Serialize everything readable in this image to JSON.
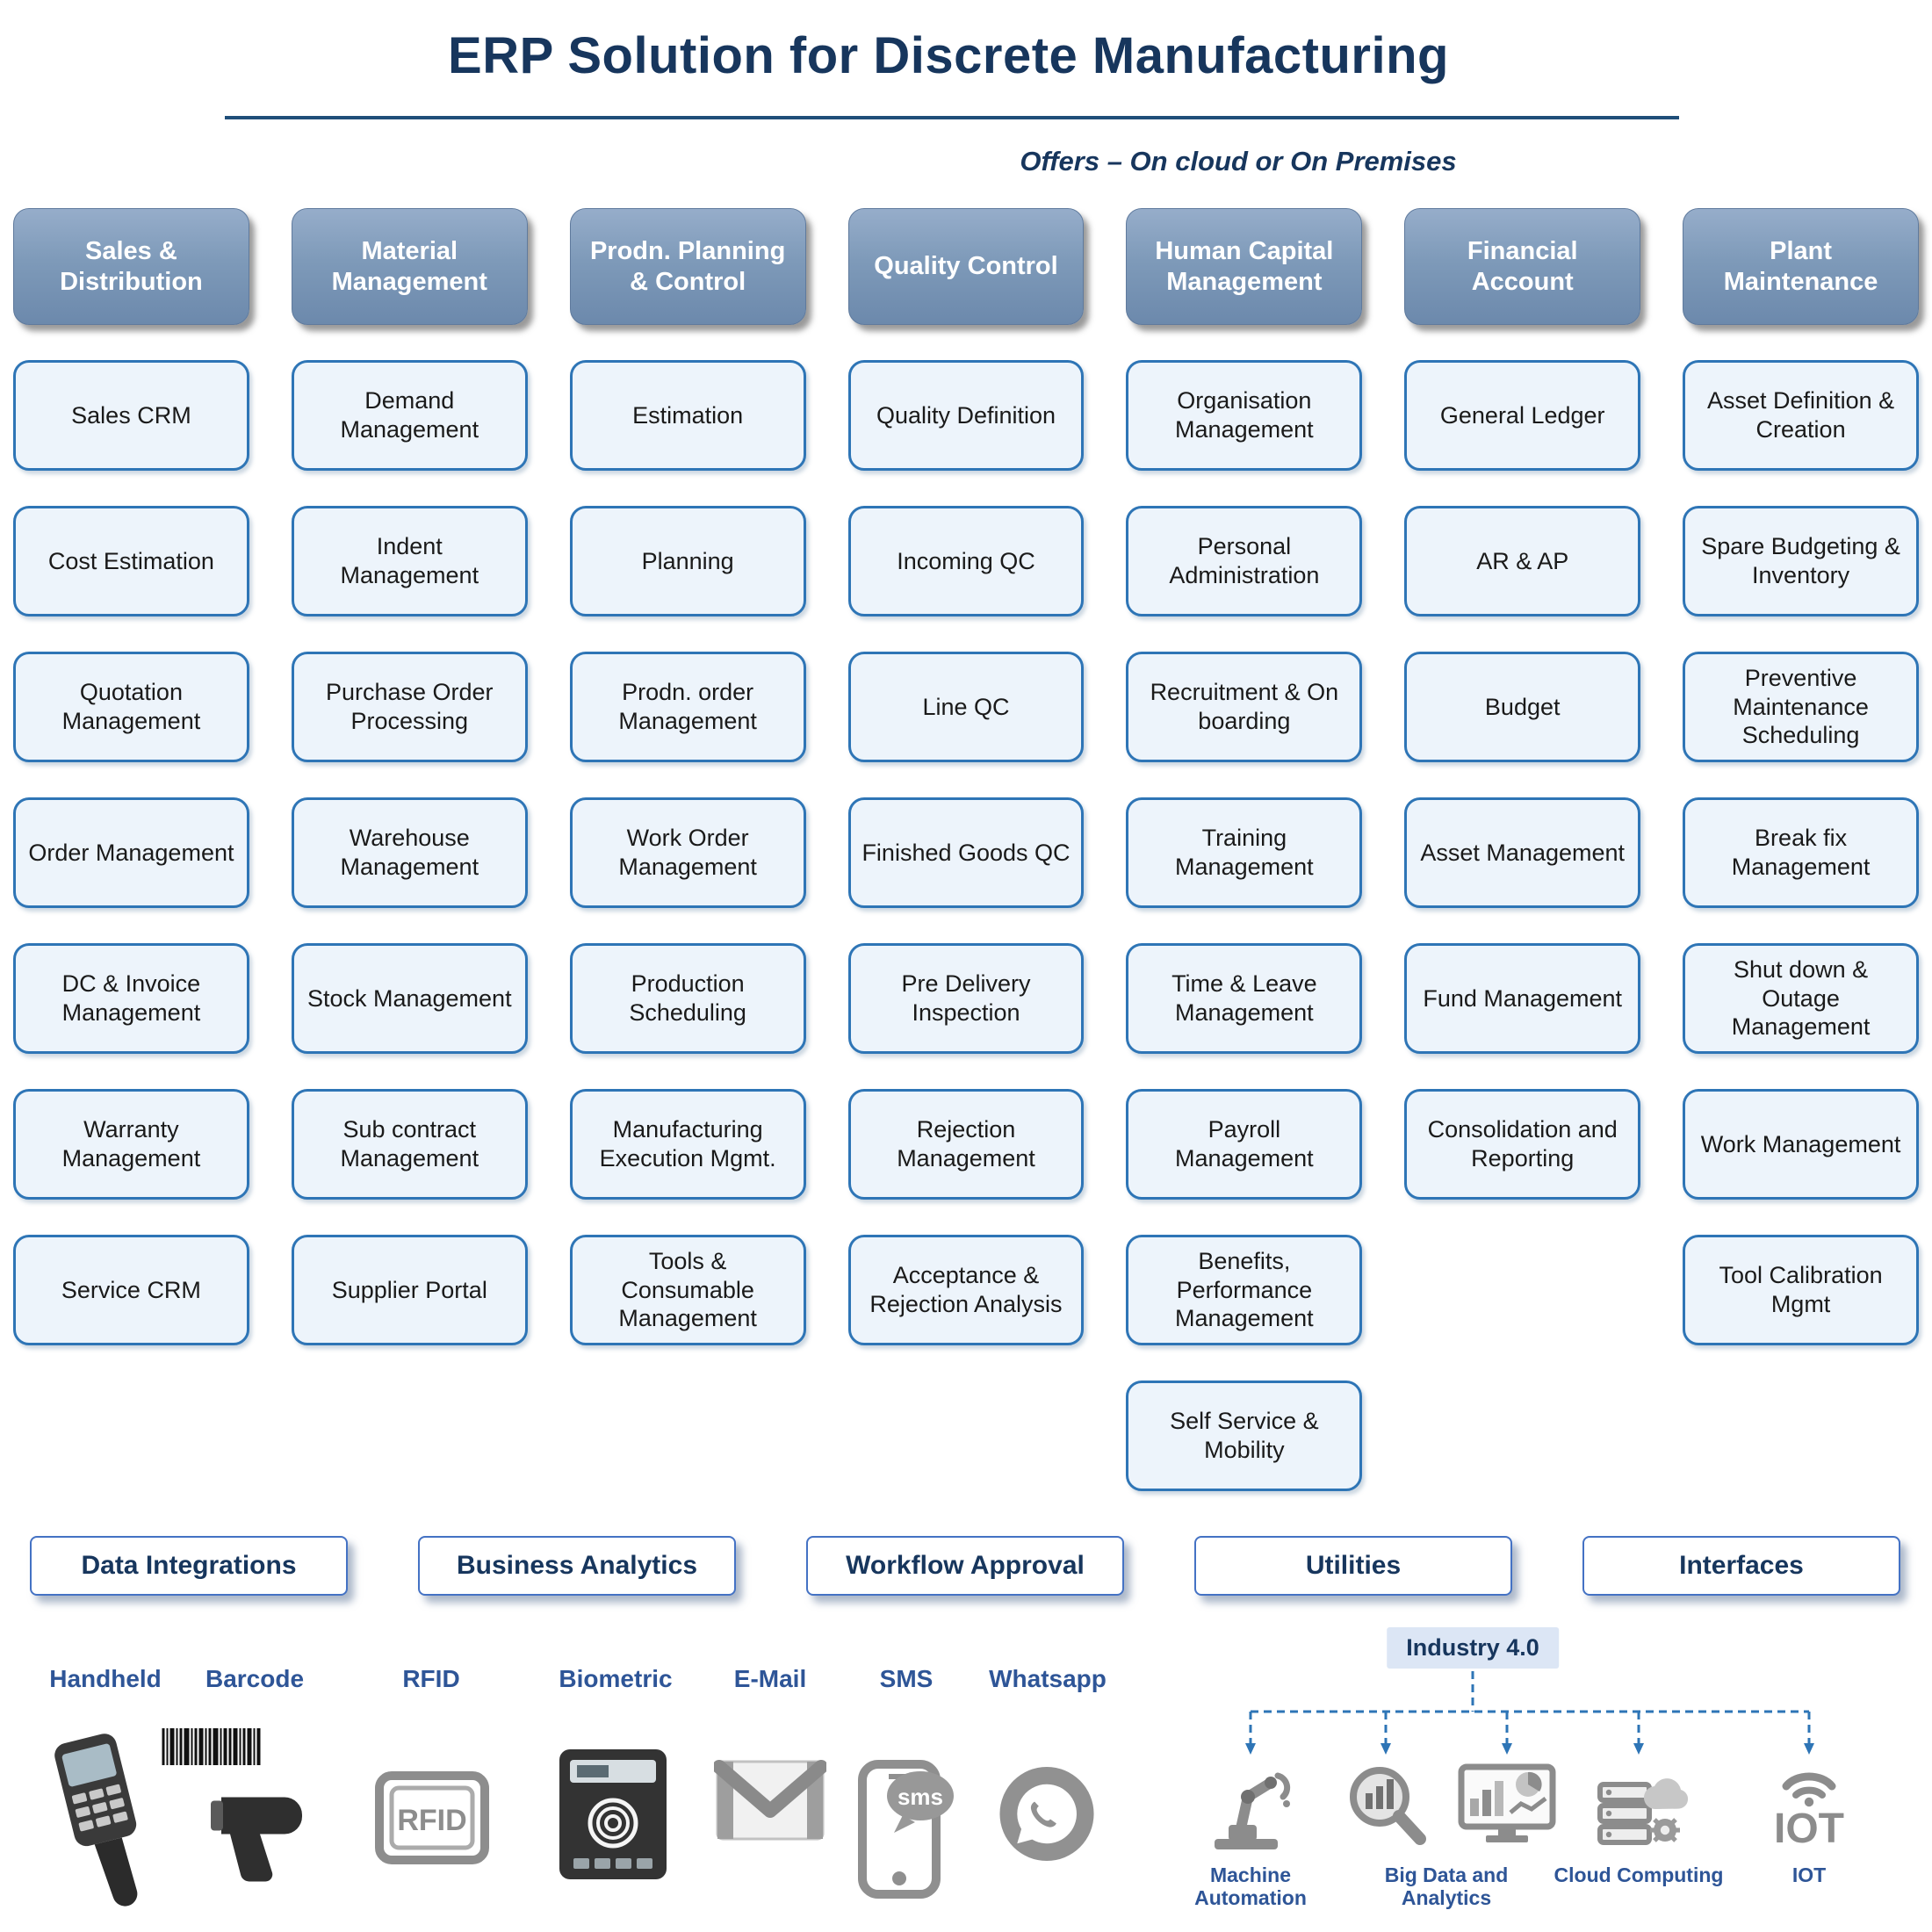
{
  "title": "ERP Solution for Discrete Manufacturing",
  "subtitle": "Offers – On cloud or On Premises",
  "colors": {
    "title_navy": "#17365d",
    "box_border_blue": "#2e75b6",
    "box_fill": "#edf4fb",
    "header_fill": "#7e9ab9",
    "label_blue": "#2e5597",
    "industry_tag_fill": "#dce6f5"
  },
  "columns": [
    {
      "header": "Sales & Distribution",
      "items": [
        "Sales CRM",
        "Cost Estimation",
        "Quotation Management",
        "Order Management",
        "DC & Invoice Management",
        "Warranty Management",
        "Service CRM"
      ]
    },
    {
      "header": "Material Management",
      "items": [
        "Demand Management",
        "Indent Management",
        "Purchase Order Processing",
        "Warehouse Management",
        "Stock Management",
        "Sub contract Management",
        "Supplier Portal"
      ]
    },
    {
      "header": "Prodn. Planning & Control",
      "items": [
        "Estimation",
        "Planning",
        "Prodn. order Management",
        "Work Order Management",
        "Production Scheduling",
        "Manufacturing Execution Mgmt.",
        "Tools & Consumable Management"
      ]
    },
    {
      "header": "Quality Control",
      "items": [
        "Quality Definition",
        "Incoming QC",
        "Line QC",
        "Finished Goods QC",
        "Pre Delivery Inspection",
        "Rejection Management",
        "Acceptance & Rejection Analysis"
      ]
    },
    {
      "header": "Human Capital Management",
      "items": [
        "Organisation Management",
        "Personal Administration",
        "Recruitment & On boarding",
        "Training Management",
        "Time & Leave Management",
        "Payroll Management",
        "Benefits, Performance Management",
        "Self Service & Mobility"
      ]
    },
    {
      "header": "Financial Account",
      "items": [
        "General Ledger",
        "AR & AP",
        "Budget",
        "Asset Management",
        "Fund Management",
        "Consolidation and Reporting"
      ]
    },
    {
      "header": "Plant Maintenance",
      "items": [
        "Asset Definition & Creation",
        "Spare Budgeting & Inventory",
        "Preventive Maintenance Scheduling",
        "Break fix Management",
        "Shut down & Outage Management",
        "Work Management",
        "Tool Calibration Mgmt"
      ]
    }
  ],
  "bottom_buttons": [
    "Data Integrations",
    "Business Analytics",
    "Workflow Approval",
    "Utilities",
    "Interfaces"
  ],
  "tech_items": [
    {
      "label": "Handheld",
      "icon": "handheld-terminal-icon"
    },
    {
      "label": "Barcode",
      "icon": "barcode-icon"
    },
    {
      "label": "RFID",
      "icon": "rfid-icon"
    },
    {
      "label": "Biometric",
      "icon": "biometric-device-icon"
    },
    {
      "label": "E-Mail",
      "icon": "email-icon"
    },
    {
      "label": "SMS",
      "icon": "sms-icon"
    },
    {
      "label": "Whatsapp",
      "icon": "whatsapp-icon"
    }
  ],
  "industry40": {
    "label": "Industry 4.0",
    "items": [
      {
        "label": "Machine Automation",
        "icon": "machine-automation-icon"
      },
      {
        "label": "Big Data and Analytics",
        "icon": "big-data-analytics-icon"
      },
      {
        "label": "Cloud Computing",
        "icon": "cloud-computing-icon"
      },
      {
        "label": "IOT",
        "icon": "iot-icon"
      }
    ]
  }
}
